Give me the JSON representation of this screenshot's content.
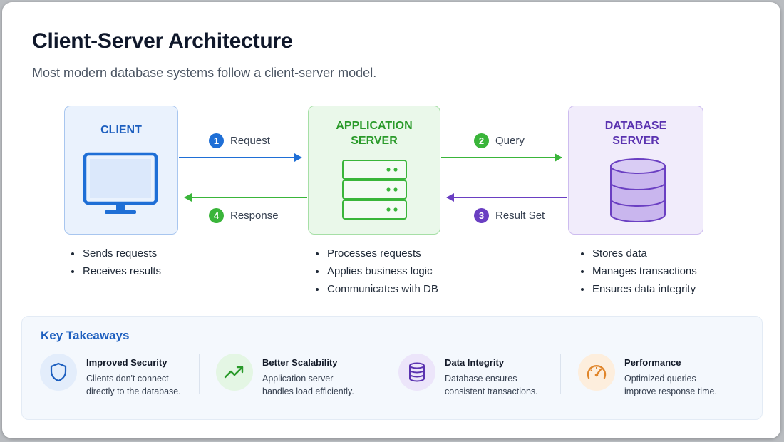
{
  "title": "Client-Server Architecture",
  "subtitle": "Most modern database systems follow a client-server model.",
  "colors": {
    "blue": "#1f6fd6",
    "green": "#3ab53a",
    "purple": "#6a3fc2"
  },
  "nodes": {
    "client": {
      "label": "CLIENT",
      "icon": "monitor-icon"
    },
    "app": {
      "label": "APPLICATION\nSERVER",
      "icon": "server-rack-icon"
    },
    "db": {
      "label": "DATABASE\nSERVER",
      "icon": "database-icon"
    }
  },
  "steps": [
    {
      "num": "1",
      "label": "Request"
    },
    {
      "num": "2",
      "label": "Query"
    },
    {
      "num": "3",
      "label": "Result Set"
    },
    {
      "num": "4",
      "label": "Response"
    }
  ],
  "bullets": {
    "client": [
      "Sends requests",
      "Receives results"
    ],
    "app": [
      "Processes requests",
      "Applies business logic",
      "Communicates with DB"
    ],
    "db": [
      "Stores data",
      "Manages transactions",
      "Ensures data integrity"
    ]
  },
  "takeaways": {
    "title": "Key Takeaways",
    "items": [
      {
        "head": "Improved Security",
        "desc": "Clients don't connect\ndirectly to the database.",
        "icon": "shield-icon"
      },
      {
        "head": "Better Scalability",
        "desc": "Application server\nhandles load efficiently.",
        "icon": "trend-up-icon"
      },
      {
        "head": "Data Integrity",
        "desc": "Database ensures\nconsistent transactions.",
        "icon": "database-icon"
      },
      {
        "head": "Performance",
        "desc": "Optimized queries\nimprove response time.",
        "icon": "gauge-icon"
      }
    ]
  }
}
